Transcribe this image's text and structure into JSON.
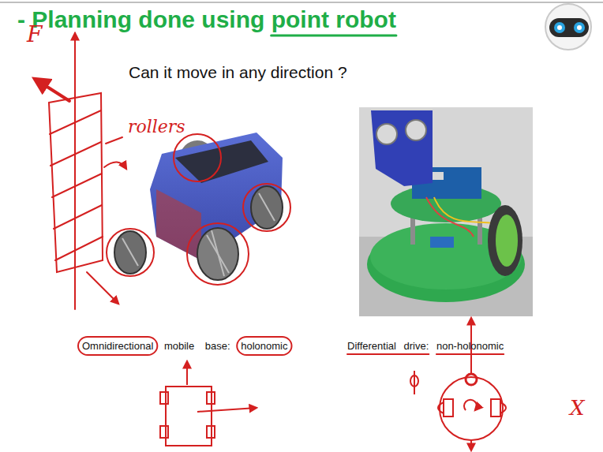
{
  "diagram": {
    "title": "- Planning done using point robot",
    "labels": [
      "Can it move in any direction ?",
      "F",
      "rollers",
      "Omnidirectional mobile base: holonomic",
      "Differential drive: non-holonomic",
      "X"
    ]
  }
}
